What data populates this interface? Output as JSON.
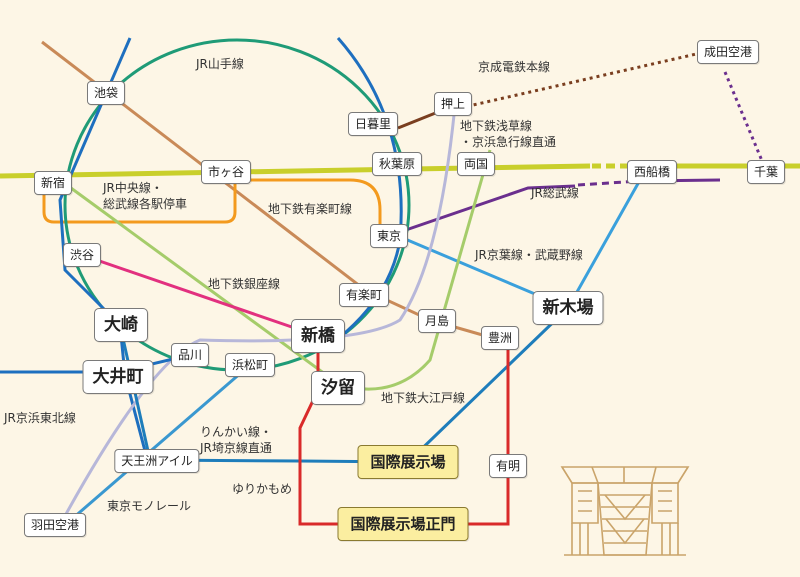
{
  "colors": {
    "yamanote": "#1f9b77",
    "chuo_sobu": "#c9cf2b",
    "chuo_rapid": "#f39a1e",
    "keisei": "#7a3e1f",
    "asakusa": "#b7b7d9",
    "yurakucho": "#c98a58",
    "ginza": "#e2307f",
    "keihin_tohoku": "#1e6fbf",
    "keiyo": "#3aa0dc",
    "oedo": "#a5cc6a",
    "rinkai": "#1e7dbb",
    "yurikamome": "#d92a2a",
    "monorail": "#3a98d0",
    "sobu_rapid": "#6b2f8e",
    "background": "#fdf6e6",
    "highlight": "#fbeea0"
  },
  "stations": {
    "ikebukuro": "池袋",
    "shinjuku": "新宿",
    "ichigaya": "市ヶ谷",
    "nippori": "日暮里",
    "oshiage": "押上",
    "akihabara": "秋葉原",
    "ryogoku": "両国",
    "nishifunabashi": "西船橋",
    "chiba": "千葉",
    "narita": "成田空港",
    "tokyo": "東京",
    "shibuya": "渋谷",
    "yurakucho": "有楽町",
    "tsukishima": "月島",
    "toyosu": "豊洲",
    "shinkiba": "新木場",
    "osaki": "大崎",
    "shinagawa": "品川",
    "hamamatsucho": "浜松町",
    "shimbashi": "新橋",
    "shiodome": "汐留",
    "oimachi": "大井町",
    "tennozu": "天王洲アイル",
    "kokusai_tenjijo": "国際展示場",
    "ariake": "有明",
    "seimon": "国際展示場正門",
    "haneda": "羽田空港"
  },
  "line_labels": {
    "yamanote": "JR山手線",
    "keisei": "京成電鉄本線",
    "asakusa": [
      "地下鉄浅草線",
      "・京浜急行線直通"
    ],
    "chuo_sobu": [
      "JR中央線・",
      "総武線各駅停車"
    ],
    "sobu": "JR総武線",
    "yurakucho": "地下鉄有楽町線",
    "keiyo": "JR京葉線・武蔵野線",
    "ginza": "地下鉄銀座線",
    "oedo": "地下鉄大江戸線",
    "keihin_tohoku": "JR京浜東北線",
    "rinkai": [
      "りんかい線・",
      "JR埼京線直通"
    ],
    "yurikamome": "ゆりかもめ",
    "monorail": "東京モノレール"
  }
}
